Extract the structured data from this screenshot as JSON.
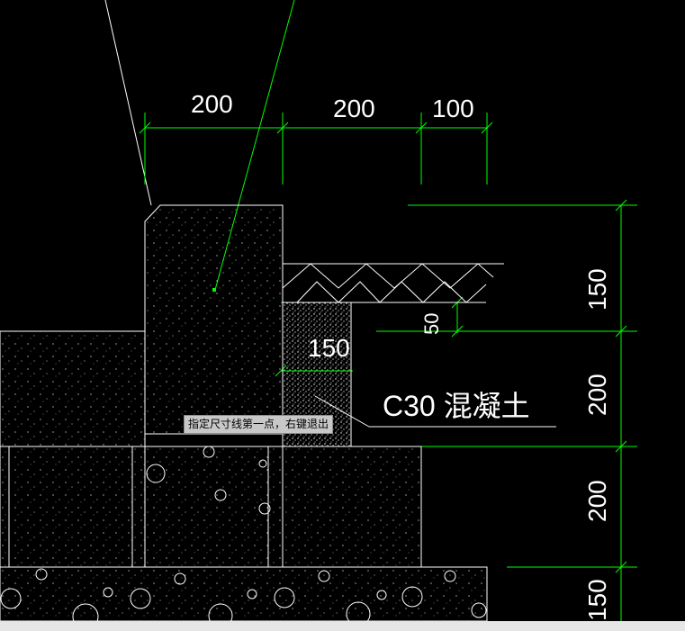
{
  "dimensions": {
    "top_1": "200",
    "top_2": "200",
    "top_3": "100",
    "right_1": "150",
    "right_2": "200",
    "right_3": "200",
    "right_4": "150",
    "inner_150": "150",
    "inner_50": "50"
  },
  "label": {
    "material": "C30 混凝土"
  },
  "prompt": {
    "text": "指定尺寸线第一点，右键退出"
  },
  "colors": {
    "background": "#000000",
    "drawing_lines": "#ffffff",
    "dimension_lines": "#00ff00"
  }
}
